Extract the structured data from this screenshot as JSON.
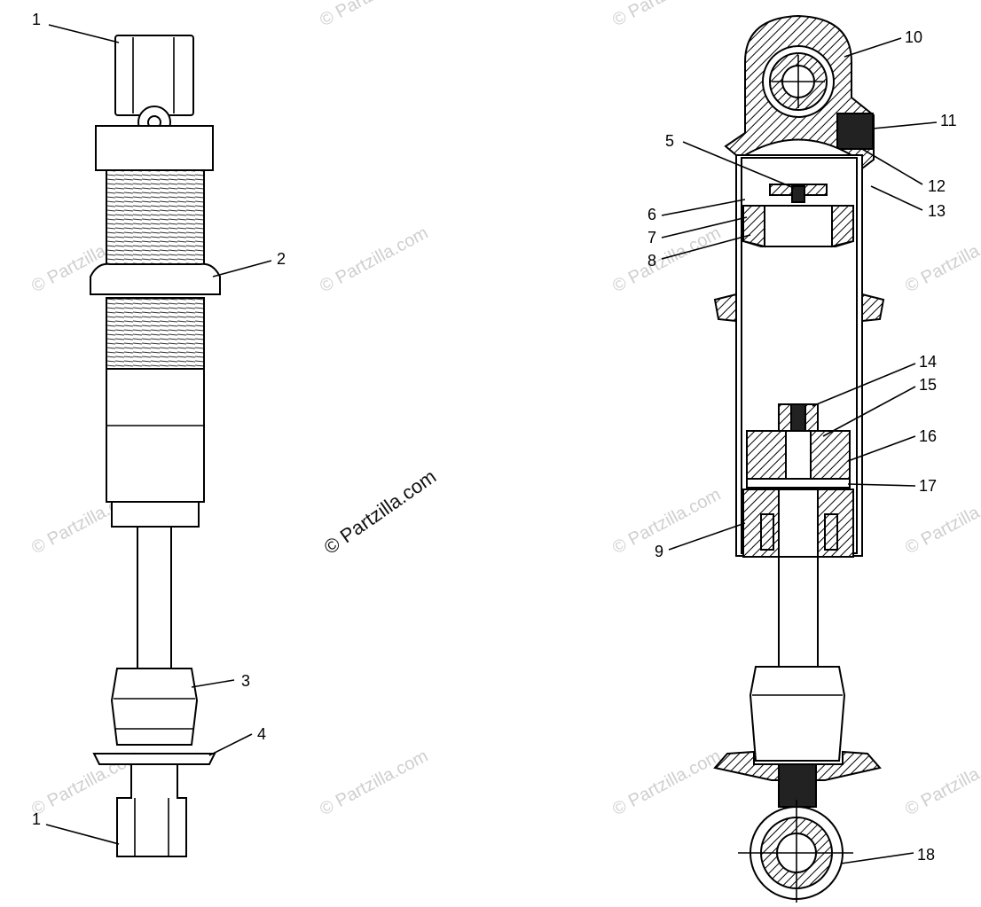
{
  "watermark": {
    "main": "© Partzilla.com",
    "faint": "© Partzilla.com"
  },
  "callouts": {
    "c1_top": "1",
    "c1_bottom": "1",
    "c2": "2",
    "c3": "3",
    "c4": "4",
    "c5": "5",
    "c6": "6",
    "c7": "7",
    "c8": "8",
    "c9": "9",
    "c10": "10",
    "c11": "11",
    "c12": "12",
    "c13": "13",
    "c14": "14",
    "c15": "15",
    "c16": "16",
    "c17": "17",
    "c18": "18"
  }
}
